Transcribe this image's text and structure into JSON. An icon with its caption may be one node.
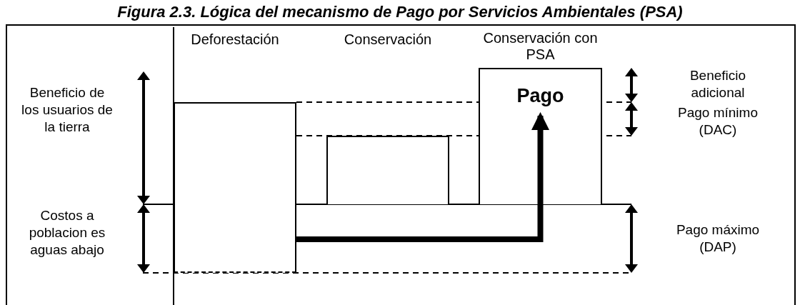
{
  "diagram": {
    "title": "Figura 2.3. Lógica del mecanismo de Pago por Servicios Ambientales (PSA)",
    "nodes": [
      {
        "text": [],
        "shape": "box"
      },
      {
        "text": [],
        "shape": "box"
      },
      {
        "text": [
          "Pago"
        ],
        "beside": [
          "Conservación con PSA"
        ]
      }
    ],
    "edges": [
      {
        "from": 0,
        "to": 2,
        "arrow": "to"
      }
    ],
    "labels": [
      "Deforestación",
      "Conservación",
      "Beneficio de los usuarios de la tierra",
      "Beneficio adicional",
      "Pago mínimo (DAC)",
      "Costos a poblacion es aguas abajo",
      "Pago máximo (DAP)"
    ]
  }
}
